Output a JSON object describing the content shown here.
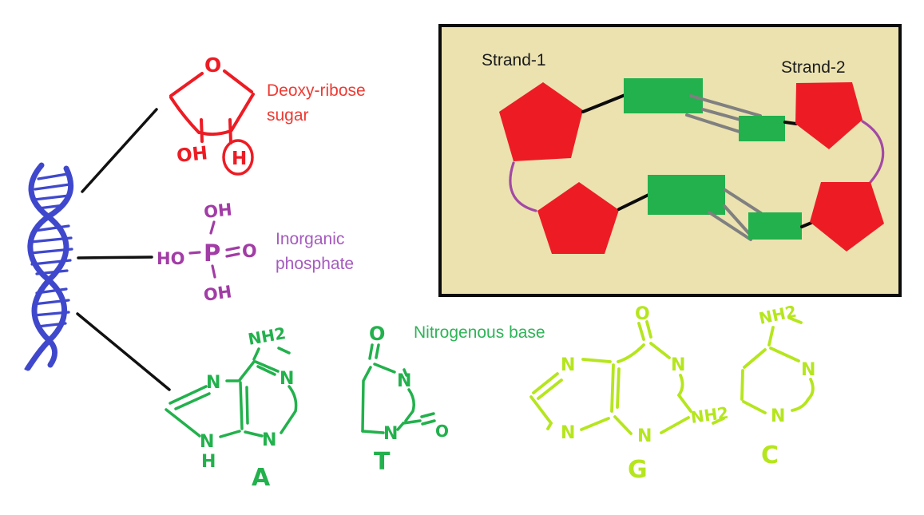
{
  "labels": {
    "sugar_line1": "Deoxy-ribose",
    "sugar_line2": "sugar",
    "phosphate_line1": "Inorganic",
    "phosphate_line2": "phosphate",
    "base": "Nitrogenous base"
  },
  "colors": {
    "helix_blue": "#3f48cc",
    "sketch_red": "#ed1c24",
    "sugar_label_red": "#ee3a33",
    "sketch_purple": "#a23ca6",
    "phosphate_label_purple": "#a55abe",
    "sketch_green": "#22b14c",
    "base_label_green": "#2eb457",
    "sketch_lime": "#b5e61d",
    "box_background": "#ebe2b0",
    "box_sugar_red": "#ed1c24",
    "box_base_green": "#22b14c",
    "hydrogen_bond_gray": "#808080",
    "backbone_purple": "#a349a4"
  },
  "sugar": {
    "o": "O",
    "oh": "OH",
    "h": "H"
  },
  "phosphate": {
    "oh_top": "OH",
    "ho": "HO",
    "p": "P",
    "o": "O",
    "oh_bottom": "OH"
  },
  "adenine": {
    "nh2": "NH2",
    "n_five_top": "N",
    "n_six_right": "N",
    "n_six_bottom": "N",
    "n_five_bottom": "N",
    "h": "H",
    "letter": "A"
  },
  "thymine": {
    "o_top": "O",
    "n_right": "N",
    "n_bottom": "N",
    "o_right": "O",
    "letter": "T"
  },
  "guanine": {
    "o_top": "O",
    "n_six_right": "N",
    "nh2": "NH2",
    "n_six_bottom": "N",
    "n_five_top": "N",
    "n_five_bottom": "N",
    "letter": "G"
  },
  "cytosine": {
    "nh2": "NH2",
    "n_right": "N",
    "n_bottom": "N",
    "letter": "C"
  },
  "pairing_box": {
    "strand1_label": "Strand-1",
    "strand2_label": "Strand-2",
    "rows": [
      {
        "hydrogen_bonds": 3
      },
      {
        "hydrogen_bonds": 3
      }
    ]
  }
}
